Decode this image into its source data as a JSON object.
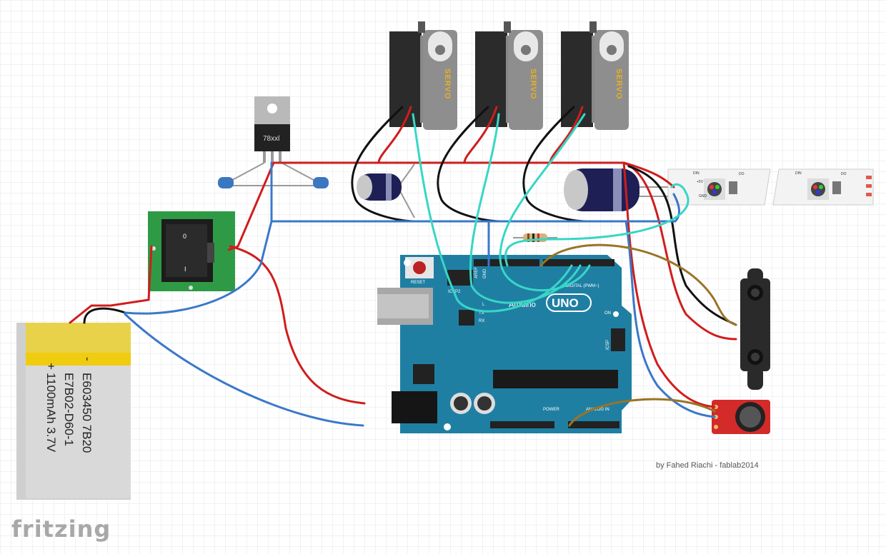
{
  "credit": "by Fahed Riachi - fablab2014",
  "logo": "fritzing",
  "regulator_label": "78xxl",
  "servo_label": "SERVO",
  "battery": {
    "minus": "-",
    "plus": "+",
    "line1": "E603450 7B20",
    "line2": "E7B02-D60-1",
    "line3": "1100mAh 3.7V"
  },
  "switch": {
    "on_mark": "0",
    "off_mark": "I"
  },
  "arduino": {
    "logo": "Arduino",
    "model": "UNO",
    "reset": "RESET",
    "icsp": "ICSP",
    "icsp2": "ICSP2",
    "digital": "DIGITAL (PWM~)",
    "power": "POWER",
    "analog": "ANALOG IN",
    "on": "ON",
    "tx": "TX",
    "rx": "RX",
    "l": "L",
    "aref": "AREF",
    "gnd": "GND"
  },
  "led_strip": {
    "din": "DIN",
    "do": "DO",
    "plus5v": "+5V",
    "gnd": "GND"
  },
  "colors": {
    "wire_red": "#d11c1c",
    "wire_black": "#111111",
    "wire_blue": "#3a78c9",
    "wire_cyan": "#38d6c6",
    "wire_brown": "#9a7425",
    "board_teal": "#1f7fa3",
    "switch_green": "#2f9a45"
  }
}
